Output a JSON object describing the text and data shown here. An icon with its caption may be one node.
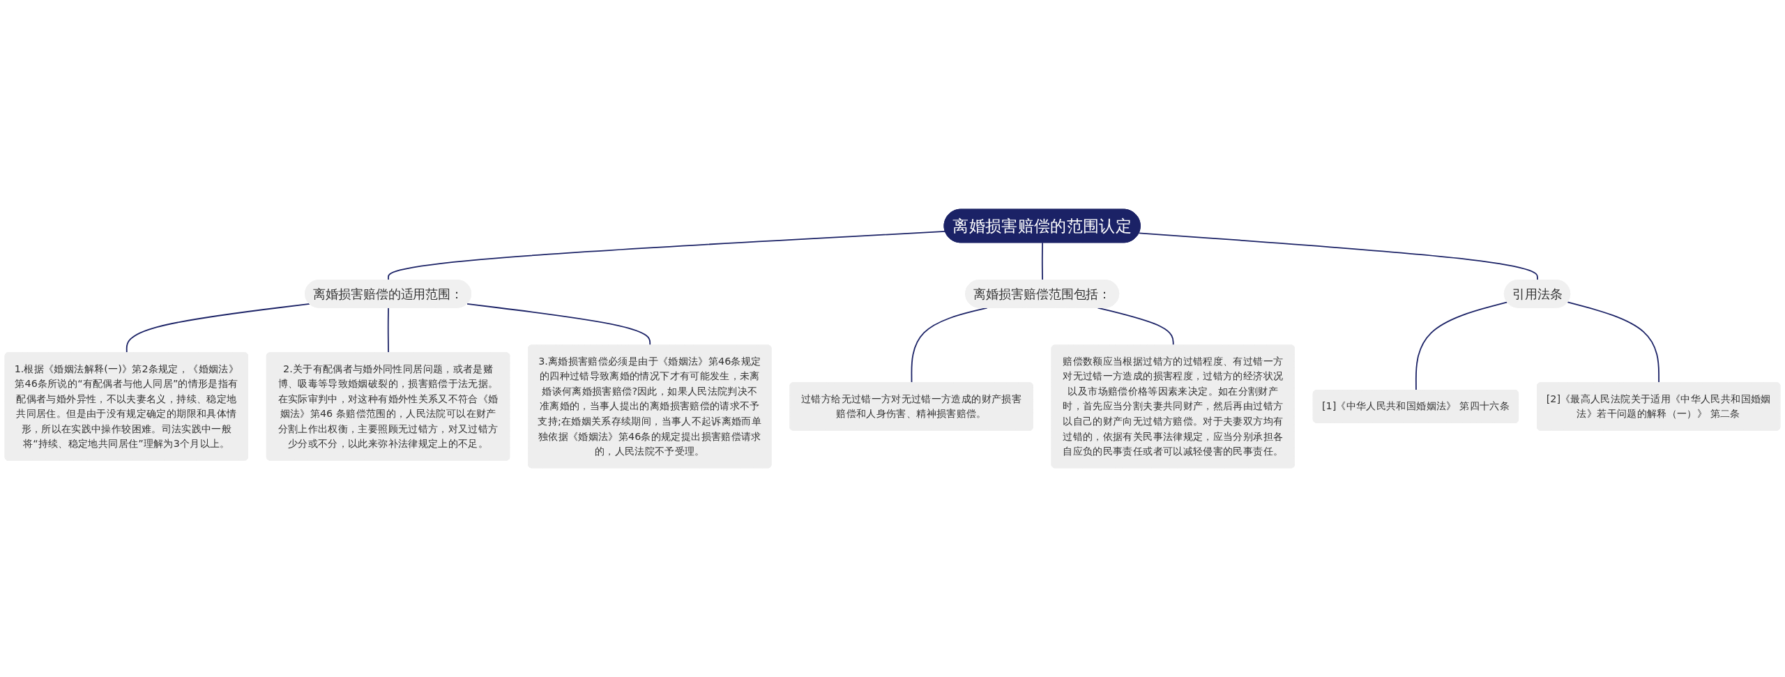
{
  "diagram": {
    "nodes": [
      {
        "text": [
          "离婚损害赔偿的范围认定"
        ]
      },
      {
        "text": [
          "离婚损害赔偿的适用范围："
        ]
      },
      {
        "text": [
          "1.根据《婚姻法解释(一)》第2条规定，《婚姻法》第46条所说的“有配偶者与他人同居”的情形是指有配偶者与婚外异性，不以夫妻名义，持续、稳定地共同居住。但是由于没有规定确定的期限和具体情形，所以在实践中操作较困难。司法实践中一般将“持续、稳定地共同居住”理解为3个月以上。"
        ]
      },
      {
        "text": [
          "2.关于有配偶者与婚外同性同居问题，或者是赌博、吸毒等导致婚姻破裂的，损害赔偿于法无据。在实际审判中，对这种有婚外性关系又不符合《婚姻法》第46 条赔偿范围的，人民法院可以在财产分割上作出权衡，主要照顾无过错方，对又过错方少分或不分，以此来弥补法律规定上的不足。"
        ]
      },
      {
        "text": [
          "3.离婚损害赔偿必须是由于《婚姻法》第46条规定的四种过错导致离婚的情况下才有可能发生，未离婚谈何离婚损害赔偿?因此，如果人民法院判决不准离婚的，当事人提出的离婚损害赔偿的请求不予支持;在婚姻关系存续期间，当事人不起诉离婚而单独依据《婚姻法》第46条的规定提出损害赔偿请求的，人民法院不予受理。"
        ]
      },
      {
        "text": [
          "离婚损害赔偿范围包括："
        ]
      },
      {
        "text": [
          "过错方给无过错一方对无过错一方造成的财产损害赔偿和人身伤害、精神损害赔偿。"
        ]
      },
      {
        "text": [
          "赔偿数额应当根据过错方的过错程度、有过错一方对无过错一方造成的损害程度，过错方的经济状况以及市场赔偿价格等因素来决定。如在分割财产时，首先应当分割夫妻共同财产，然后再由过错方以自己的财产向无过错方赔偿。对于夫妻双方均有过错的，依据有关民事法律规定，应当分别承担各自应负的民事责任或者可以减轻侵害的民事责任。"
        ]
      },
      {
        "text": [
          "引用法条"
        ]
      },
      {
        "text": [
          "[1]《中华人民共和国婚姻法》 第四十六条"
        ]
      },
      {
        "text": [
          "[2]《最高人民法院关于适用《中华人民共和国婚姻法》若干问题的解释（一）》 第二条"
        ]
      }
    ],
    "edges": [
      {
        "from": 0,
        "to": 1,
        "arrow": "none"
      },
      {
        "from": 1,
        "to": 2,
        "arrow": "none"
      },
      {
        "from": 1,
        "to": 3,
        "arrow": "none"
      },
      {
        "from": 1,
        "to": 4,
        "arrow": "none"
      },
      {
        "from": 0,
        "to": 5,
        "arrow": "none"
      },
      {
        "from": 5,
        "to": 6,
        "arrow": "none"
      },
      {
        "from": 5,
        "to": 7,
        "arrow": "none"
      },
      {
        "from": 0,
        "to": 8,
        "arrow": "none"
      },
      {
        "from": 8,
        "to": 9,
        "arrow": "none"
      },
      {
        "from": 8,
        "to": 10,
        "arrow": "none"
      }
    ]
  }
}
